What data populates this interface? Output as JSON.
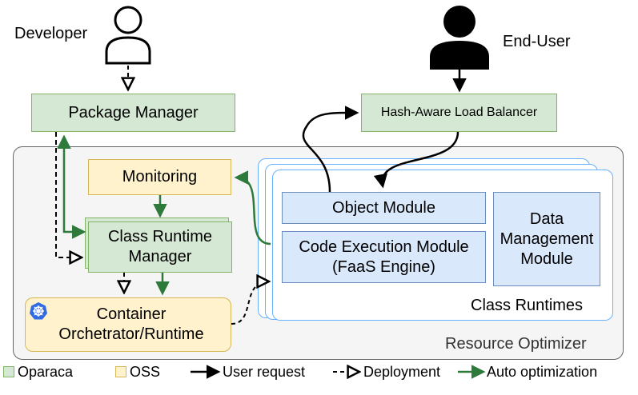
{
  "actors": {
    "developer": "Developer",
    "end_user": "End-User"
  },
  "components": {
    "package_manager": "Package Manager",
    "load_balancer": "Hash-Aware Load Balancer",
    "monitoring": "Monitoring",
    "class_runtime_manager_line1": "Class Runtime",
    "class_runtime_manager_line2": "Manager",
    "container_line1": "Container",
    "container_line2": "Orchetrator/Runtime",
    "object_module": "Object Module",
    "code_exec_line1": "Code Execution Module",
    "code_exec_line2": "(FaaS Engine)",
    "data_mgmt_line1": "Data",
    "data_mgmt_line2": "Management",
    "data_mgmt_line3": "Module",
    "class_runtimes": "Class Runtimes",
    "resource_optimizer": "Resource Optimizer"
  },
  "legend": {
    "oparaca": "Oparaca",
    "oss": "OSS",
    "user_request": "User request",
    "deployment": "Deployment",
    "auto_optimization": "Auto optimization"
  },
  "colors": {
    "oparaca_fill": "#d5e8d4",
    "oparaca_stroke": "#82b366",
    "oss_fill": "#fff2cc",
    "oss_stroke": "#d6b656",
    "module_fill": "#dae8fc",
    "module_stroke": "#6c8ebf",
    "runtime_frame": "#66b2ff",
    "auto_opt_arrow": "#2d7a3a",
    "kubernetes_blue": "#326ce5"
  }
}
